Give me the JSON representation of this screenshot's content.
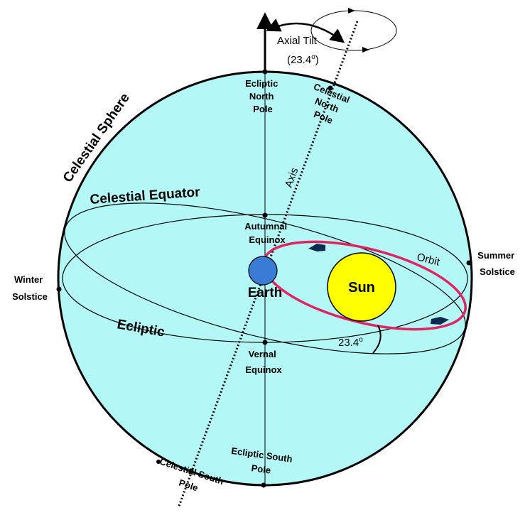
{
  "title": "Celestial Sphere",
  "labels": {
    "celestial_sphere": "Celestial Sphere",
    "celestial_equator": "Celestial Equator",
    "ecliptic": "Ecliptic",
    "axis": "Axis",
    "orbit": "Orbit",
    "earth": "Earth",
    "sun": "Sun",
    "axial_tilt": "Axial Tilt",
    "axial_tilt_value": "(23.4",
    "axial_tilt_close": ")",
    "tilt_angle": "23.4",
    "degree_symbol": "o",
    "ecliptic_north_pole": [
      "Ecliptic",
      "North",
      "Pole"
    ],
    "celestial_north_pole": [
      "Celestial",
      "North",
      "Pole"
    ],
    "ecliptic_south_pole": [
      "Ecliptic South",
      "Pole"
    ],
    "celestial_south_pole": [
      "Celestial South",
      "Pole"
    ],
    "autumnal_equinox": [
      "Autumnal",
      "Equinox"
    ],
    "vernal_equinox": [
      "Vernal",
      "Equinox"
    ],
    "summer_solstice": [
      "Summer",
      "Solstice"
    ],
    "winter_solstice": [
      "Winter",
      "Solstice"
    ]
  },
  "colors": {
    "sphere_fill": "#b3f7f7",
    "sun_fill": "#ffff00",
    "earth_fill": "#3a7bd5",
    "orbit_stroke": "#e0245e",
    "orbit_arrow": "#0d2b4f",
    "line": "#000000"
  }
}
